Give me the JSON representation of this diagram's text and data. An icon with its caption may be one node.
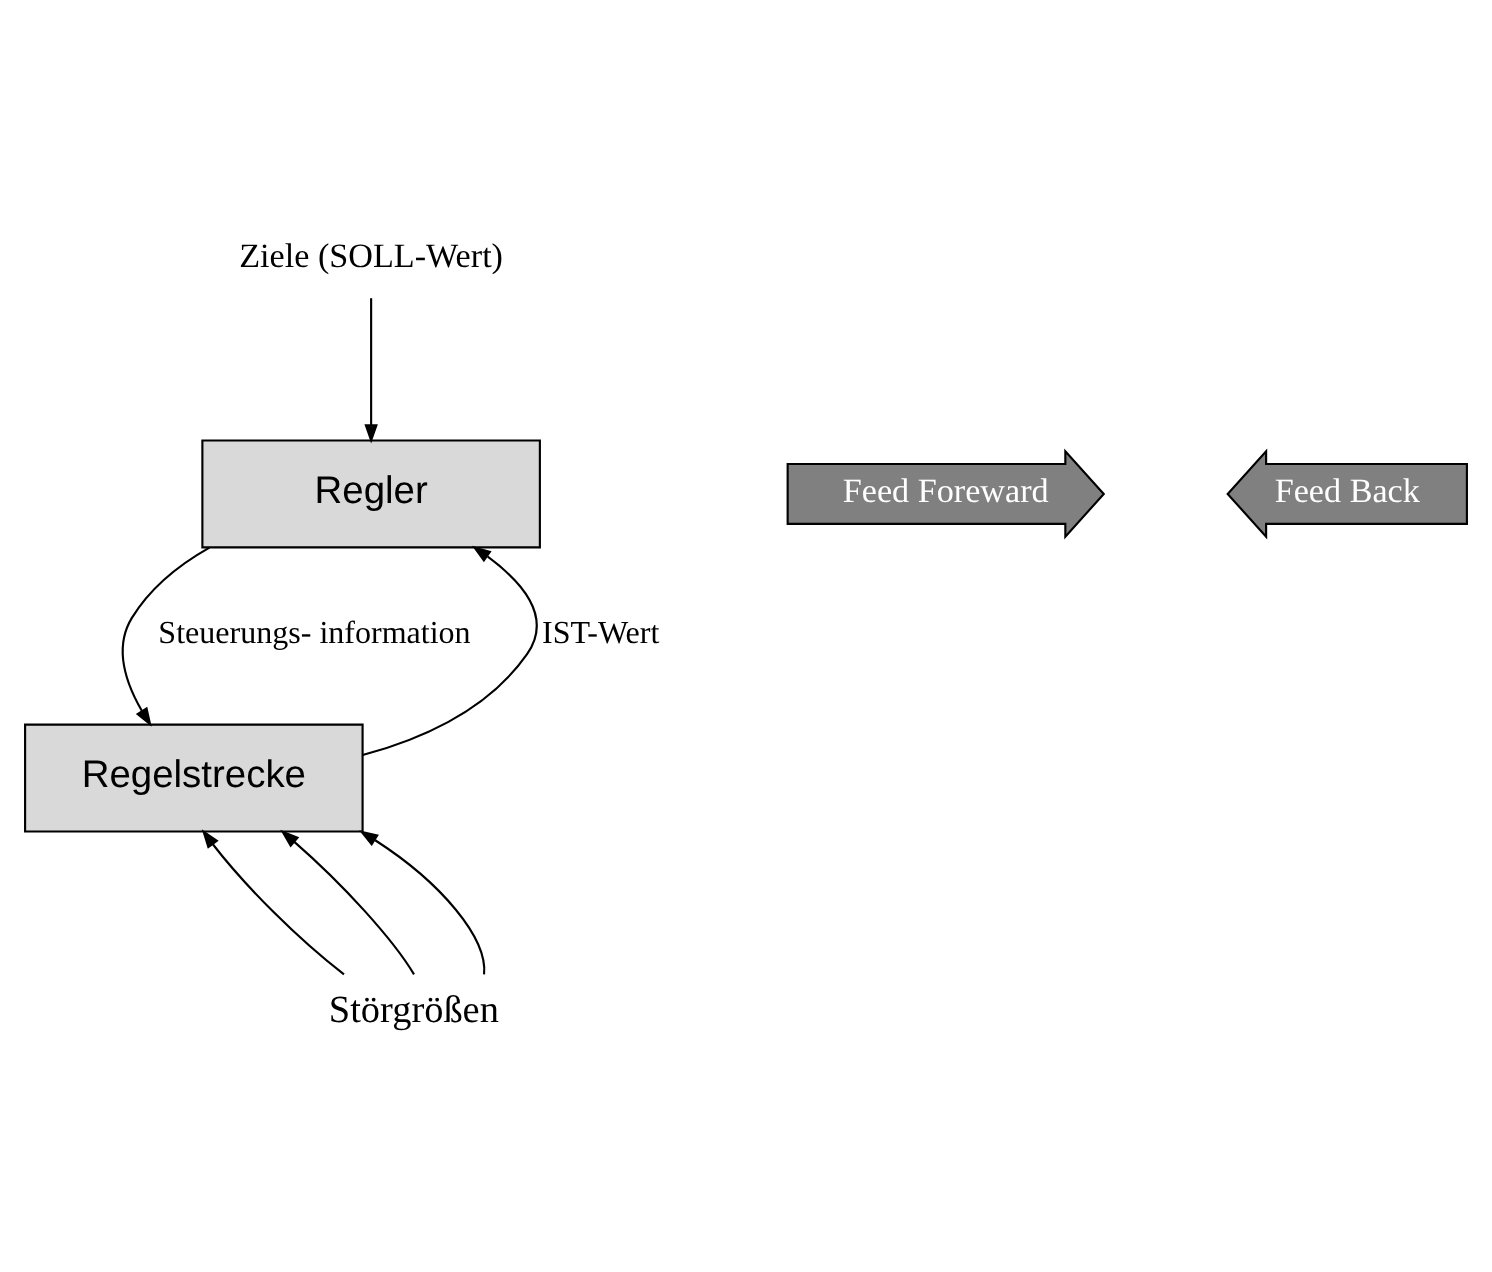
{
  "diagram": {
    "nodes": [
      {
        "text": [
          "Ziele (SOLL-Wert)"
        ]
      },
      {
        "text": [
          "Regler"
        ]
      },
      {
        "text": [
          "Regelstrecke"
        ]
      },
      {
        "text": [
          "Störgrößen"
        ]
      },
      {
        "text": [
          "Feed Foreward"
        ]
      },
      {
        "text": [
          "Feed Back"
        ]
      }
    ],
    "edges": [
      {
        "from": 0,
        "to": 1,
        "arrow": "to"
      },
      {
        "from": 1,
        "to": 2,
        "arrow": "to",
        "label": "Steuerungs- information"
      },
      {
        "from": 2,
        "to": 1,
        "arrow": "to",
        "label": "IST-Wert"
      },
      {
        "from": 3,
        "to": 2,
        "arrow": "to"
      },
      {
        "from": 3,
        "to": 2,
        "arrow": "to"
      },
      {
        "from": 3,
        "to": 2,
        "arrow": "to"
      }
    ]
  }
}
